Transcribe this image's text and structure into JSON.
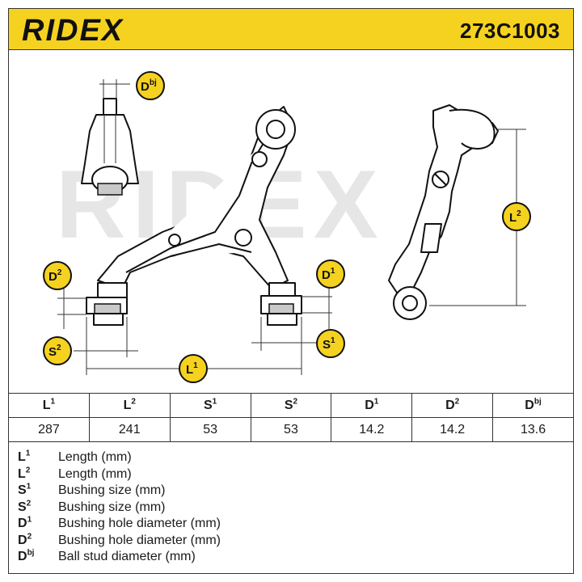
{
  "header": {
    "brand": "RIDEX",
    "part_number": "273C1003",
    "brand_color": "#f5d21f"
  },
  "drawing": {
    "watermark": "RIDEX",
    "badges": {
      "dbj": "D",
      "dbj_sup": "bj",
      "d2": "D",
      "d2_sup": "2",
      "d1": "D",
      "d1_sup": "1",
      "s2": "S",
      "s2_sup": "2",
      "s1": "S",
      "s1_sup": "1",
      "l1": "L",
      "l1_sup": "1",
      "l2": "L",
      "l2_sup": "2"
    }
  },
  "spec_table": {
    "headers": [
      {
        "sym": "L",
        "sup": "1"
      },
      {
        "sym": "L",
        "sup": "2"
      },
      {
        "sym": "S",
        "sup": "1"
      },
      {
        "sym": "S",
        "sup": "2"
      },
      {
        "sym": "D",
        "sup": "1"
      },
      {
        "sym": "D",
        "sup": "2"
      },
      {
        "sym": "D",
        "sup": "bj"
      }
    ],
    "values": [
      "287",
      "241",
      "53",
      "53",
      "14.2",
      "14.2",
      "13.6"
    ]
  },
  "legend": [
    {
      "sym": "L",
      "sup": "1",
      "text": "Length (mm)"
    },
    {
      "sym": "L",
      "sup": "2",
      "text": "Length (mm)"
    },
    {
      "sym": "S",
      "sup": "1",
      "text": "Bushing size (mm)"
    },
    {
      "sym": "S",
      "sup": "2",
      "text": "Bushing size (mm)"
    },
    {
      "sym": "D",
      "sup": "1",
      "text": "Bushing hole diameter (mm)"
    },
    {
      "sym": "D",
      "sup": "2",
      "text": "Bushing hole diameter (mm)"
    },
    {
      "sym": "D",
      "sup": "bj",
      "text": "Ball stud diameter (mm)"
    }
  ]
}
